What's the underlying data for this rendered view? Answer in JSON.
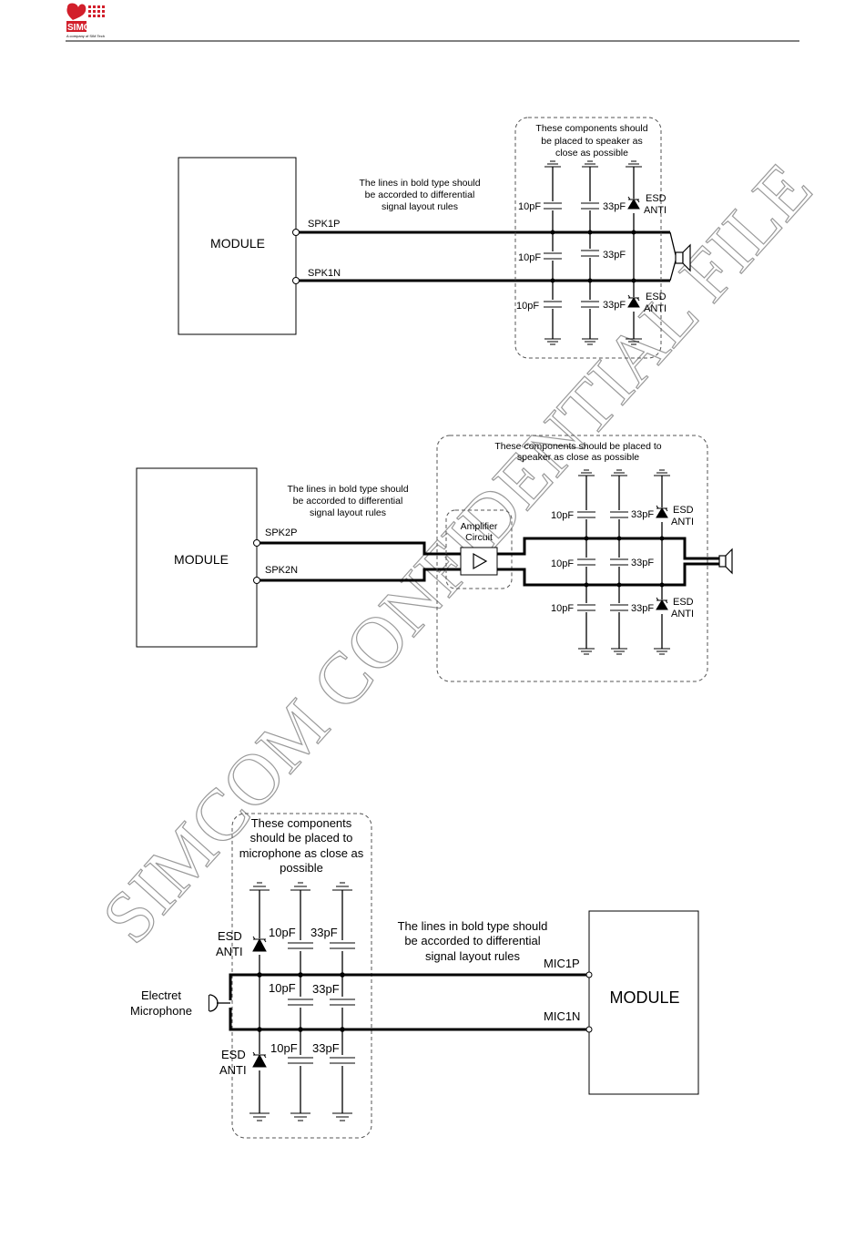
{
  "header": {
    "logo_text": "SIMCom",
    "logo_subtext": "A company of SIM Tech"
  },
  "watermark": "SIMCOM  CONFIDENTIAL  FILE",
  "fig1": {
    "module_label": "MODULE",
    "pin_p": "SPK1P",
    "pin_n": "SPK1N",
    "note_line1": "The lines in bold type should",
    "note_line2": "be accorded to differential",
    "note_line3": "signal layout rules",
    "box_line1": "These components should",
    "box_line2": "be placed to speaker as",
    "box_line3": "close as possible",
    "cap_10": "10pF",
    "cap_33": "33pF",
    "esd1": "ESD",
    "esd2": "ANTI"
  },
  "fig2": {
    "module_label": "MODULE",
    "pin_p": "SPK2P",
    "pin_n": "SPK2N",
    "note_line1": "The lines in bold type should",
    "note_line2": "be accorded to differential",
    "note_line3": "signal layout rules",
    "box_line1": "These components should be placed to",
    "box_line2": "speaker as close as possible",
    "amp_line1": "Amplifier",
    "amp_line2": "Circuit",
    "cap_10": "10pF",
    "cap_33": "33pF",
    "esd1": "ESD",
    "esd2": "ANTI"
  },
  "fig3": {
    "module_label": "MODULE",
    "pin_p": "MIC1P",
    "pin_n": "MIC1N",
    "note_line1": "The lines in bold type should",
    "note_line2": "be accorded to differential",
    "note_line3": "signal layout rules",
    "box_line1": "These components",
    "box_line2": "should be placed to",
    "box_line3": "microphone as close as",
    "box_line4": "possible",
    "mic_line1": "Electret",
    "mic_line2": "Microphone",
    "cap_10": "10pF",
    "cap_33": "33pF",
    "esd1": "ESD",
    "esd2": "ANTI"
  }
}
